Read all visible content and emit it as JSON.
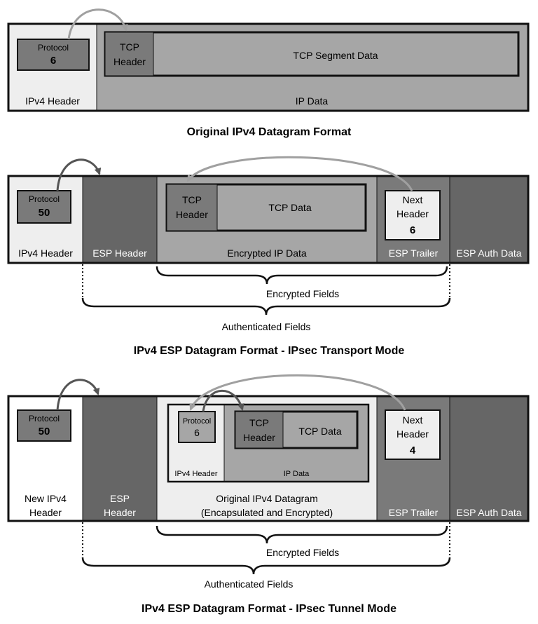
{
  "diagrams": [
    {
      "caption": "Original IPv4 Datagram Format",
      "ipv4_header": "IPv4 Header",
      "protocol_label": "Protocol",
      "protocol_value": "6",
      "ip_data": "IP Data",
      "tcp_header": [
        "TCP",
        "Header"
      ],
      "tcp_segment_data": "TCP Segment Data"
    },
    {
      "caption": "IPv4 ESP Datagram Format - IPsec Transport Mode",
      "ipv4_header": "IPv4 Header",
      "protocol_label": "Protocol",
      "protocol_value": "50",
      "esp_header": "ESP Header",
      "encrypted_ip_data": "Encrypted IP Data",
      "tcp_header": [
        "TCP",
        "Header"
      ],
      "tcp_data": "TCP Data",
      "next_header": [
        "Next",
        "Header",
        "6"
      ],
      "esp_trailer": "ESP Trailer",
      "esp_auth_data": "ESP Auth Data",
      "encrypted_fields": "Encrypted Fields",
      "authenticated_fields": "Authenticated Fields"
    },
    {
      "caption": "IPv4 ESP Datagram Format - IPsec Tunnel Mode",
      "new_ipv4_header": [
        "New IPv4",
        "Header"
      ],
      "protocol_label": "Protocol",
      "protocol_value": "50",
      "esp_header": [
        "ESP",
        "Header"
      ],
      "original_datagram": [
        "Original IPv4 Datagram",
        "(Encapsulated and Encrypted)"
      ],
      "inner_protocol_label": "Protocol",
      "inner_protocol_value": "6",
      "inner_ipv4_header": "IPv4 Header",
      "inner_ip_data": "IP Data",
      "tcp_header": [
        "TCP",
        "Header"
      ],
      "tcp_data": "TCP Data",
      "next_header": [
        "Next",
        "Header",
        "4"
      ],
      "esp_trailer": "ESP Trailer",
      "esp_auth_data": "ESP Auth Data",
      "encrypted_fields": "Encrypted Fields",
      "authenticated_fields": "Authenticated Fields"
    }
  ],
  "colors": {
    "light": "#eeeeee",
    "white": "#ffffff",
    "mid": "#a6a6a6",
    "dark": "#666666",
    "protocol_box": "#7a7a7a",
    "stroke": "#111111",
    "arrow_dark": "#555555",
    "arrow_light": "#a0a0a0"
  }
}
